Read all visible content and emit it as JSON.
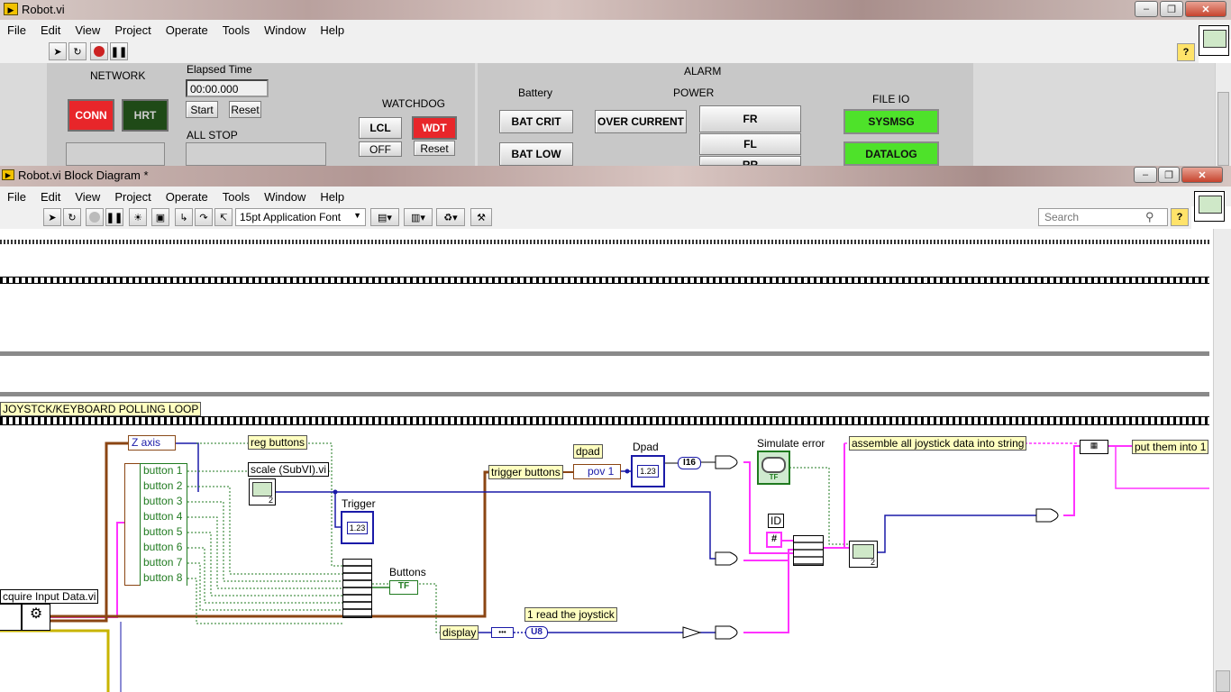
{
  "front_panel": {
    "title": "Robot.vi",
    "menu": [
      "File",
      "Edit",
      "View",
      "Project",
      "Operate",
      "Tools",
      "Window",
      "Help"
    ],
    "network_label": "NETWORK",
    "conn": "CONN",
    "hrt": "HRT",
    "elapsed_label": "Elapsed Time",
    "elapsed_value": "00:00.000",
    "start": "Start",
    "reset": "Reset",
    "all_stop": "ALL STOP",
    "watchdog_label": "WATCHDOG",
    "lcl": "LCL",
    "off": "OFF",
    "wdt": "WDT",
    "wdt_reset": "Reset",
    "alarm_label": "ALARM",
    "battery_label": "Battery",
    "bat_crit": "BAT CRIT",
    "bat_low": "BAT LOW",
    "power_label": "POWER",
    "over_current": "OVER CURRENT",
    "fr": "FR",
    "fl": "FL",
    "rr": "RR",
    "fileio_label": "FILE IO",
    "sysmsg": "SYSMSG",
    "datalog": "DATALOG",
    "help": "?",
    "colors": {
      "led_red": "#e8262a",
      "led_green_bright": "#4ee22a",
      "led_green_dark": "#1f4a17"
    }
  },
  "block_diagram": {
    "title": "Robot.vi Block Diagram *",
    "menu": [
      "File",
      "Edit",
      "View",
      "Project",
      "Operate",
      "Tools",
      "Window",
      "Help"
    ],
    "font_select": "15pt Application Font",
    "search_placeholder": "Search",
    "help": "?",
    "loop_label": "JOYSTCK/KEYBOARD POLLING LOOP",
    "acquire_label": "cquire Input Data.vi",
    "z_axis": "Z axis",
    "buttons": [
      "button 1",
      "button 2",
      "button 3",
      "button 4",
      "button 5",
      "button 6",
      "button 7",
      "button 8"
    ],
    "reg_buttons": "reg buttons",
    "scale_subvi": "scale (SubVI).vi",
    "trigger": "Trigger",
    "trigger_buttons": "trigger buttons",
    "dpad_label": "dpad",
    "pov1": "pov 1",
    "dpad_indicator": "Dpad",
    "i16": "I16",
    "simulate_error": "Simulate error",
    "id_label": "ID",
    "assemble": "assemble all joystick data into string",
    "put_them": "put them into 1",
    "buttons_indicator": "Buttons",
    "display": "display",
    "read_joystick": "1 read the joystick",
    "u8": "U8",
    "numeric_123": "1.23",
    "tf": "TF",
    "hash": "#",
    "subvi_num": "2"
  }
}
